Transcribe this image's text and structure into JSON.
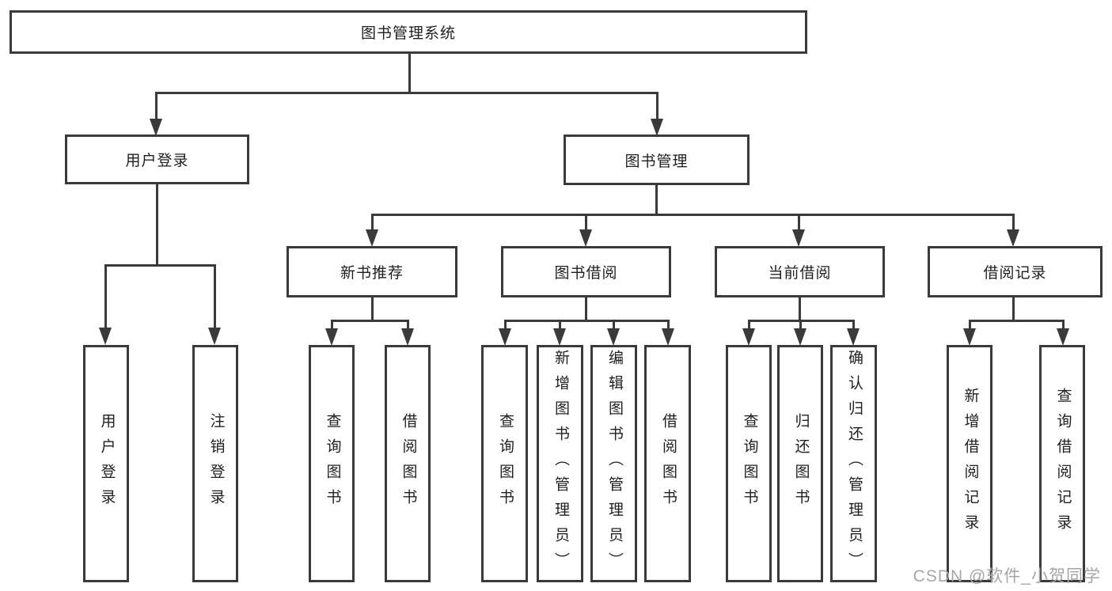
{
  "diagram": {
    "root": {
      "label": "图书管理系统"
    },
    "level2": [
      {
        "label": "用户登录"
      },
      {
        "label": "图书管理"
      }
    ],
    "level3": [
      {
        "label": "新书推荐"
      },
      {
        "label": "图书借阅"
      },
      {
        "label": "当前借阅"
      },
      {
        "label": "借阅记录"
      }
    ],
    "leaves": {
      "user_login": [
        "用户登录",
        "注销登录"
      ],
      "new_book_recommend": [
        "查询图书",
        "借阅图书"
      ],
      "book_borrow": [
        "查询图书",
        "新增图书（管理员）",
        "编辑图书（管理员）",
        "借阅图书"
      ],
      "current_borrow": [
        "查询图书",
        "归还图书",
        "确认归还（管理员）"
      ],
      "borrow_records": [
        "新增借阅记录",
        "查询借阅记录"
      ]
    }
  },
  "watermark": {
    "text": "CSDN @软件_小贺同学"
  },
  "colors": {
    "line": "#3a3a3a",
    "box_bg": "#ffffff",
    "canvas_bg": "#ffffff",
    "text": "#1f1f1f",
    "watermark": "#a6a6aa"
  }
}
